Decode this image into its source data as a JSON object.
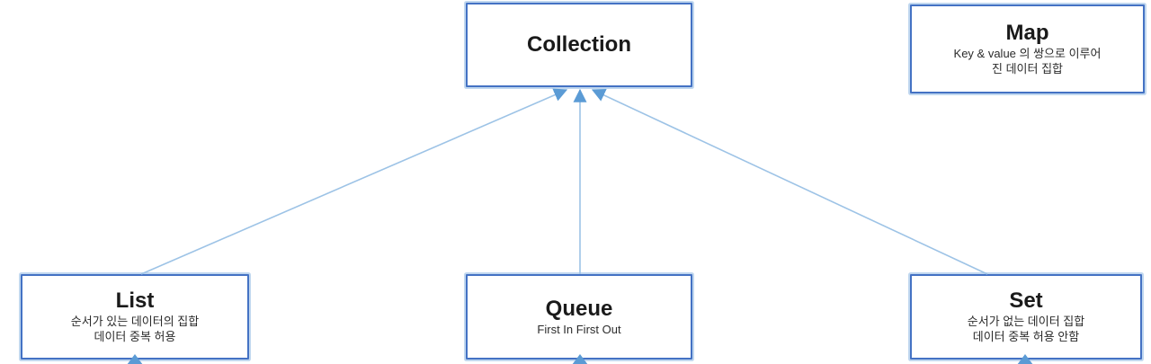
{
  "diagram": {
    "nodes": {
      "collection": {
        "title": "Collection"
      },
      "map": {
        "title": "Map",
        "desc1": "Key & value 의 쌍으로 이루어",
        "desc2": "진 데이터 집합"
      },
      "list": {
        "title": "List",
        "desc1": "순서가 있는 데이터의 집합",
        "desc2": "데이터 중복 허용"
      },
      "queue": {
        "title": "Queue",
        "desc1": "First In First Out"
      },
      "set": {
        "title": "Set",
        "desc1": "순서가 없는 데이터 집합",
        "desc2": "데이터 중복 허용 안함"
      }
    },
    "edges": [
      {
        "from": "list",
        "to": "collection"
      },
      {
        "from": "queue",
        "to": "collection"
      },
      {
        "from": "set",
        "to": "collection"
      }
    ],
    "partial_arrowheads_at_bottom_of": [
      "list",
      "queue",
      "set"
    ],
    "colors": {
      "box_border": "#4472C4",
      "box_halo": "rgba(158,193,231,0.65)",
      "connector": "#9DC3E6",
      "arrowhead": "#5B9BD5",
      "text": "#1a1a1a"
    }
  }
}
